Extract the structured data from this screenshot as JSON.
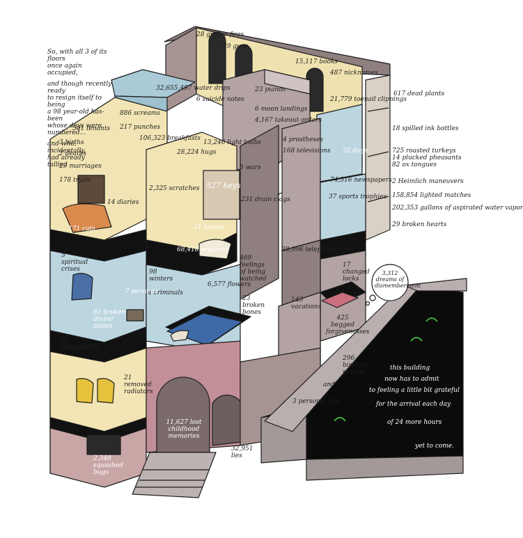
{
  "intro": {
    "lines": [
      "So, with all 3 of its floors",
      "once again occupied,",
      "and though recently ready",
      "to resign itself to being",
      "a 98 year-old has-been",
      "whose days were",
      "numbered...",
      "and who,",
      "incidentally,",
      "had already",
      "tallied"
    ]
  },
  "tallies": {
    "grease_fires": "28 grease fires",
    "guns": "39 guns",
    "books": "15,117 books",
    "nicknames": "487 nicknames",
    "water_drips": "32,655,497 water drips",
    "suicide_notes": "6 suicide notes",
    "pianos": "23 pianos",
    "moon_landings": "6 moon landings",
    "takeout_orders": "4,167 takeout orders",
    "toenail_clippings": "21,779 toenail clippings",
    "dead_plants": "617 dead plants",
    "screams": "886 screams",
    "punches": "217 punches",
    "breakfasts": "106,323 breakfasts",
    "tenants": "501 tenants",
    "births": "3 births",
    "deaths": "2 deaths",
    "marriages": "29 marriages",
    "trysts": "178 trysts",
    "hugs": "28,224 hugs",
    "light_bulbs": "13,246 light bulbs",
    "wars": "5 wars",
    "prostheses": "4 prostheses",
    "televisions": "168 televisions",
    "dogs": "32 dogs",
    "ink_bottles": "18 spilled ink bottles",
    "turkeys": "725 roasted turkeys",
    "pheasants": "14 plucked pheasants",
    "ox_tongues": "82 ox tongues",
    "scratches": "2,325 scratches",
    "keys": "527 keys",
    "drain_clogs": "231 drain clogs",
    "newspapers": "74,316 newspapers",
    "sports_trophies": "37 sports trophies",
    "heimlich": "2 Heimlich maneuvers",
    "matches": "158,854 lighted matches",
    "water_vapor": "202,353 gallons of aspirated water vapor",
    "broken_hearts": "29 broken hearts",
    "diaries": "14 diaries",
    "cats": "171 cats",
    "horses": "21 horses",
    "orgasms": "68,418 orgasms",
    "being_watched": "469 feelings of being watched",
    "telephone_calls": "38,996 telephone calls",
    "changed_locks": "17 changed locks",
    "dismemberment": "3,312 dreams of dismemberment",
    "spiritual_crises": "5 spiritual crises",
    "winters": "98 winters",
    "criminals": "4 criminals",
    "servants": "7 servants",
    "broken_plates": "61 broken dinner plates",
    "flowers": "6,577 flowers",
    "broken_bones": "23 broken bones",
    "vacations": "143 vacations",
    "forgiveness": "425 begged forgivenesses",
    "pregnancies": "22 pregnancies",
    "radiators": "21 removed radiators",
    "birthday_parties": "296 birthday parties",
    "and": "and",
    "personal_ads": "3 personal ads",
    "childhood_memories": "11,627 lost childhood memories",
    "lies": "32,951 lies",
    "squashed_bugs": "2,348 squashed bugs"
  },
  "closing": {
    "lines": [
      "this building",
      "now has to admit",
      "to feeling a little bit grateful",
      "for the arrival each day",
      "of 24 more hours",
      "yet to come."
    ]
  },
  "colors": {
    "outline": "#1c1c1c",
    "wall_cream": "#f2e4b4",
    "wall_blue": "#bcd6e0",
    "wall_mauve": "#b7a6a6",
    "floor_dark": "#111111",
    "sky_black": "#0b0b0b",
    "grass_green": "#3fae3f"
  }
}
